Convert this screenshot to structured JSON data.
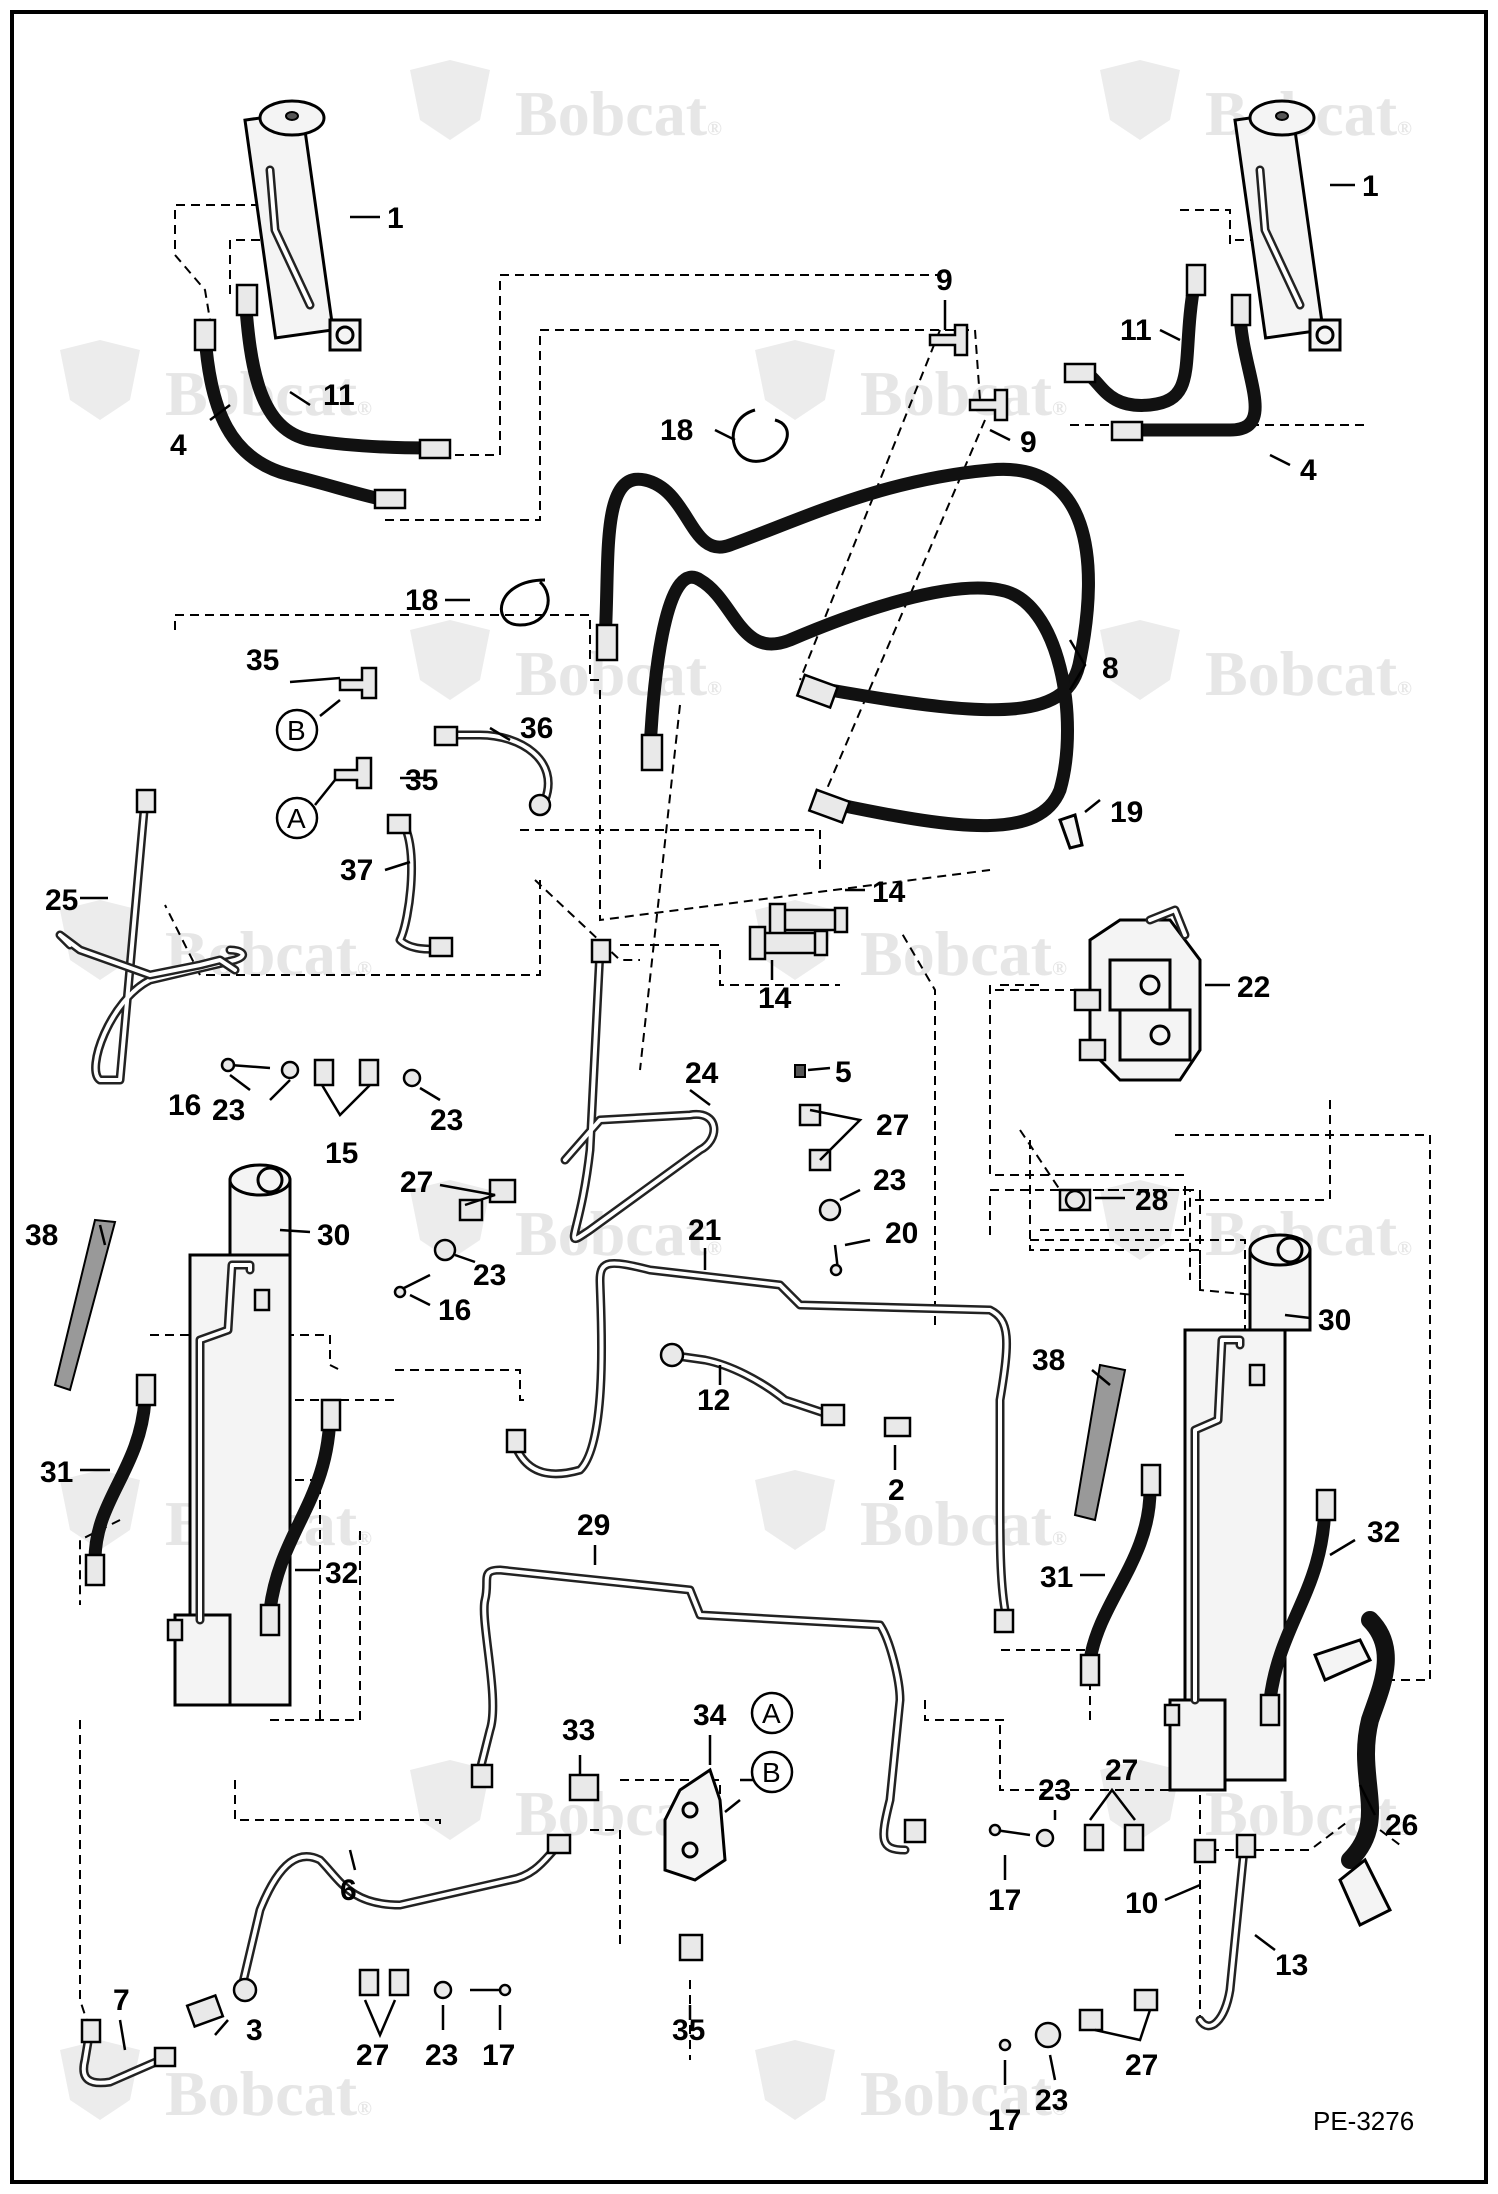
{
  "watermark": {
    "text": "Bobcat",
    "symbol": "®"
  },
  "drawing_code": "PE-3276",
  "circle_labels": {
    "a": "A",
    "b": "B"
  },
  "callouts": {
    "c1": "1",
    "c2": "2",
    "c3": "3",
    "c4": "4",
    "c5": "5",
    "c6": "6",
    "c7": "7",
    "c8": "8",
    "c9": "9",
    "c10": "10",
    "c11": "11",
    "c12": "12",
    "c13": "13",
    "c14": "14",
    "c15": "15",
    "c16": "16",
    "c17": "17",
    "c18": "18",
    "c19": "19",
    "c20": "20",
    "c21": "21",
    "c22": "22",
    "c23": "23",
    "c24": "24",
    "c25": "25",
    "c26": "26",
    "c27": "27",
    "c28": "28",
    "c29": "29",
    "c30": "30",
    "c31": "31",
    "c32": "32",
    "c33": "33",
    "c34": "34",
    "c35": "35",
    "c36": "36",
    "c37": "37",
    "c38": "38"
  }
}
